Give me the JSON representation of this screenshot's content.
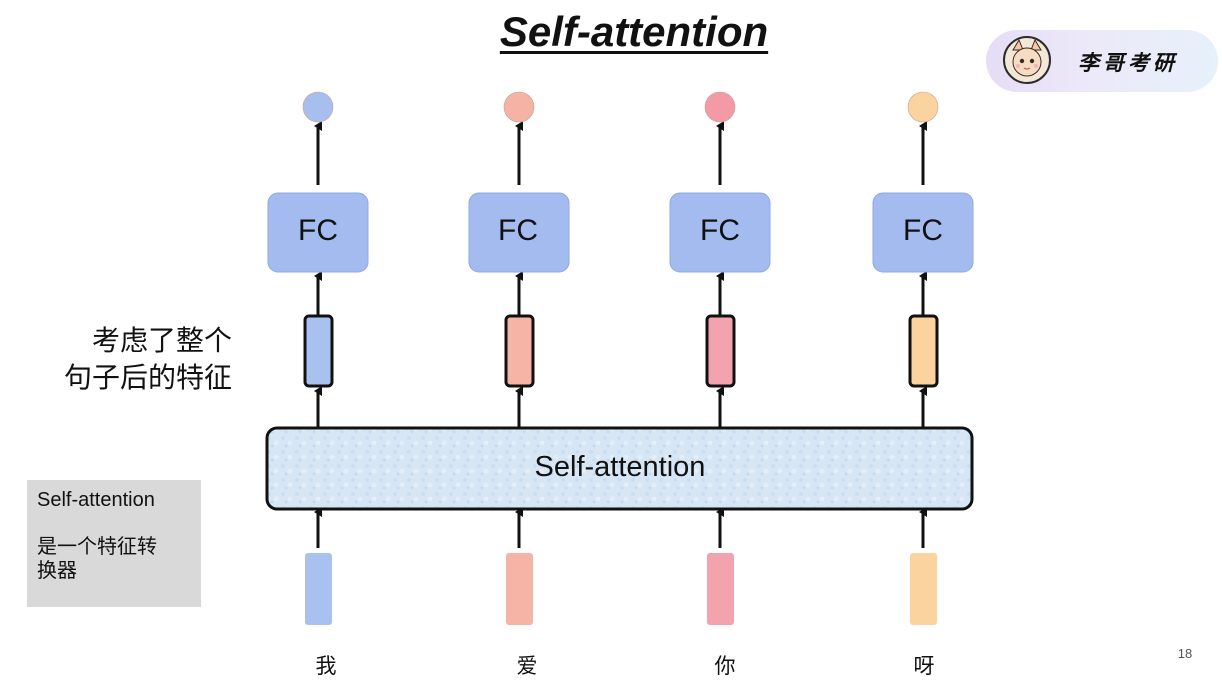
{
  "title": "Self-attention",
  "badge": {
    "name": "李哥考研"
  },
  "block_label": "Self-attention",
  "fc_labels": [
    "FC",
    "FC",
    "FC",
    "FC"
  ],
  "side_label": {
    "line1": "考虑了整个",
    "line2": "句子后的特征"
  },
  "note": {
    "line1": "Self-attention",
    "line2": "是一个特征转",
    "line3": "换器"
  },
  "tokens": [
    "我",
    "爱",
    "你",
    "呀"
  ],
  "page_number": "18",
  "colors": {
    "token_fill": [
      "#a9c1ee",
      "#f5b4a6",
      "#f2a3ad",
      "#fbd39e"
    ],
    "output_dot": [
      "#a7bfef",
      "#f5b3a6",
      "#f39aa6",
      "#fbd39e"
    ],
    "fc_fill": "#a3bbef",
    "attention_fill": "#d8e7f4"
  }
}
